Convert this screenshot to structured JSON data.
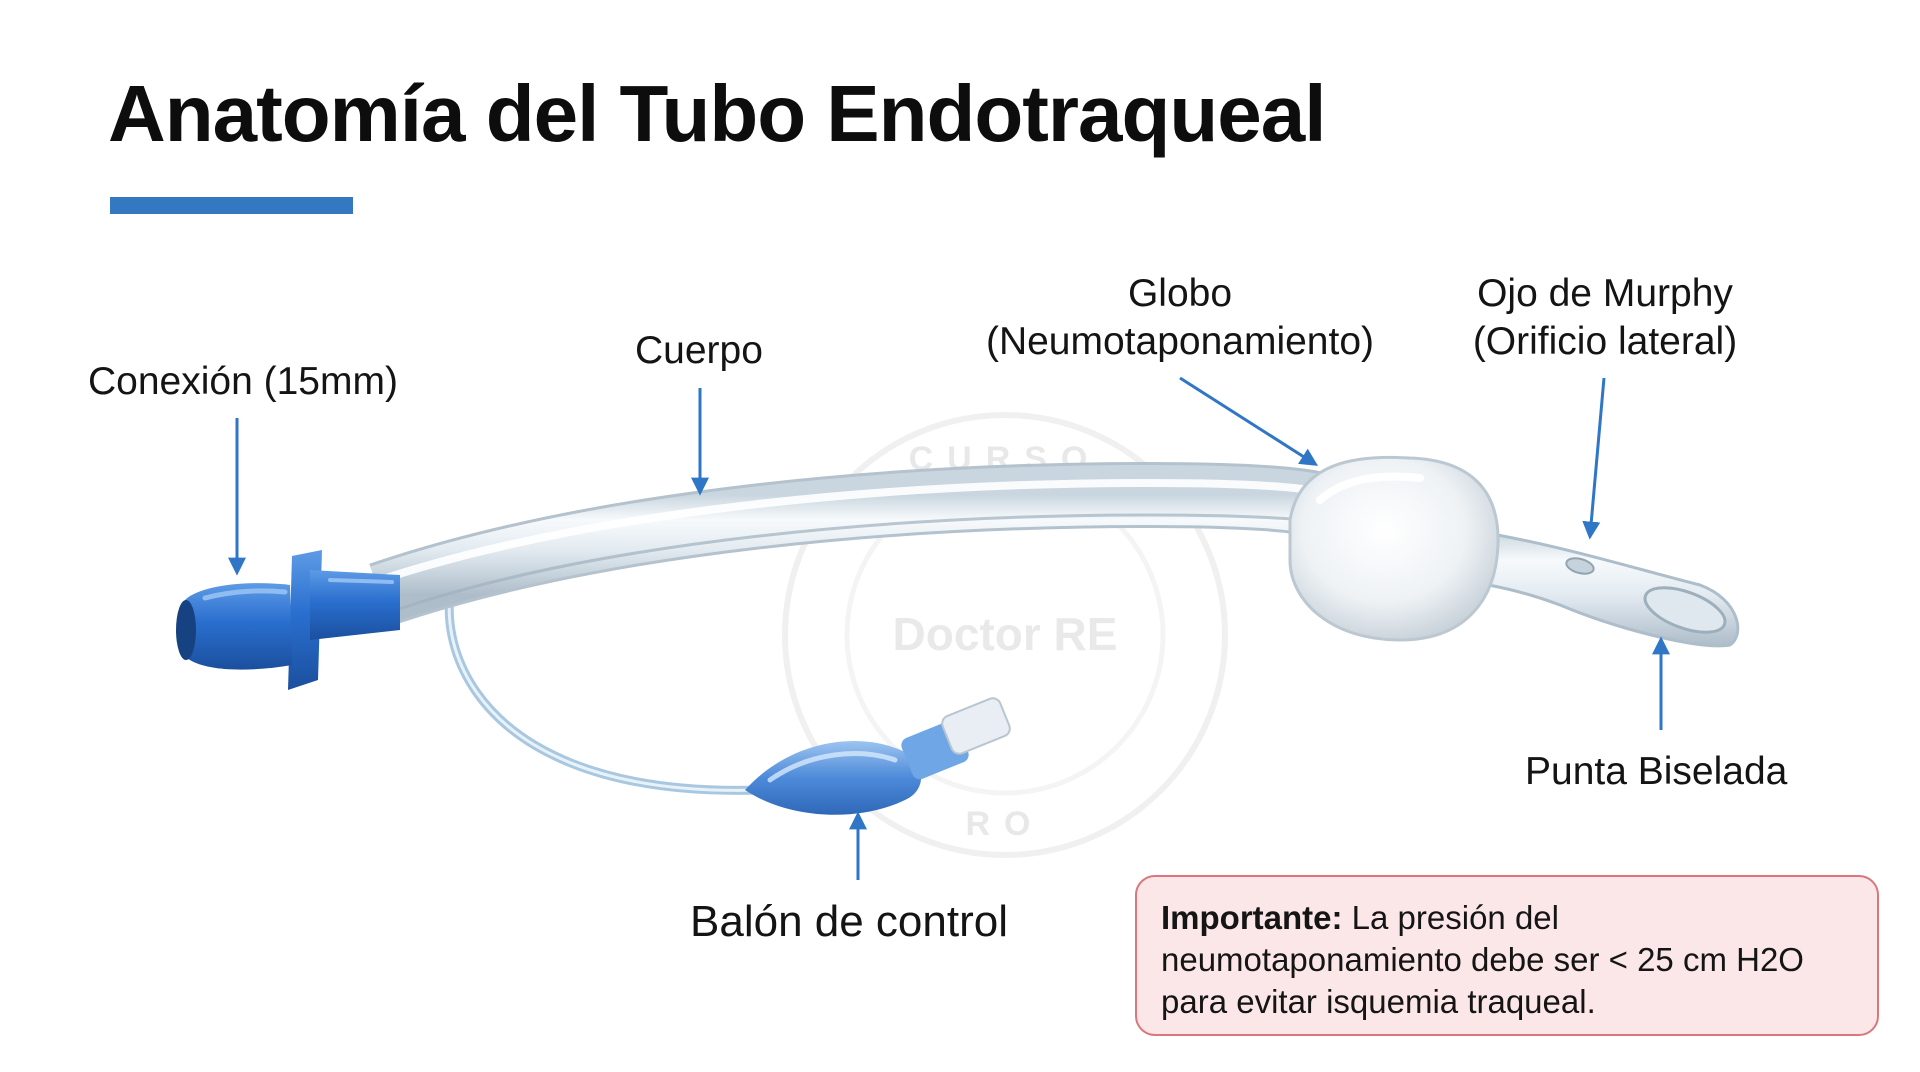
{
  "slide": {
    "title": "Anatomía del Tubo Endotraqueal",
    "accent_color": "#3578c2"
  },
  "labels": {
    "conexion": "Conexión (15mm)",
    "cuerpo": "Cuerpo",
    "globo_line1": "Globo",
    "globo_line2": "(Neumotaponamiento)",
    "murphy_line1": "Ojo de Murphy",
    "murphy_line2": "(Orificio lateral)",
    "punta": "Punta Biselada",
    "balon": "Balón de control"
  },
  "watermark": {
    "top_text": "CURSO",
    "center_text": "Doctor RE",
    "bottom_text": "RO"
  },
  "callout": {
    "lead": "Importante:",
    "text": "La presión del neumotaponamiento debe ser < 25 cm H2O para evitar isquemia traqueal.",
    "background": "#fbe7e8",
    "border": "#d9777c"
  }
}
